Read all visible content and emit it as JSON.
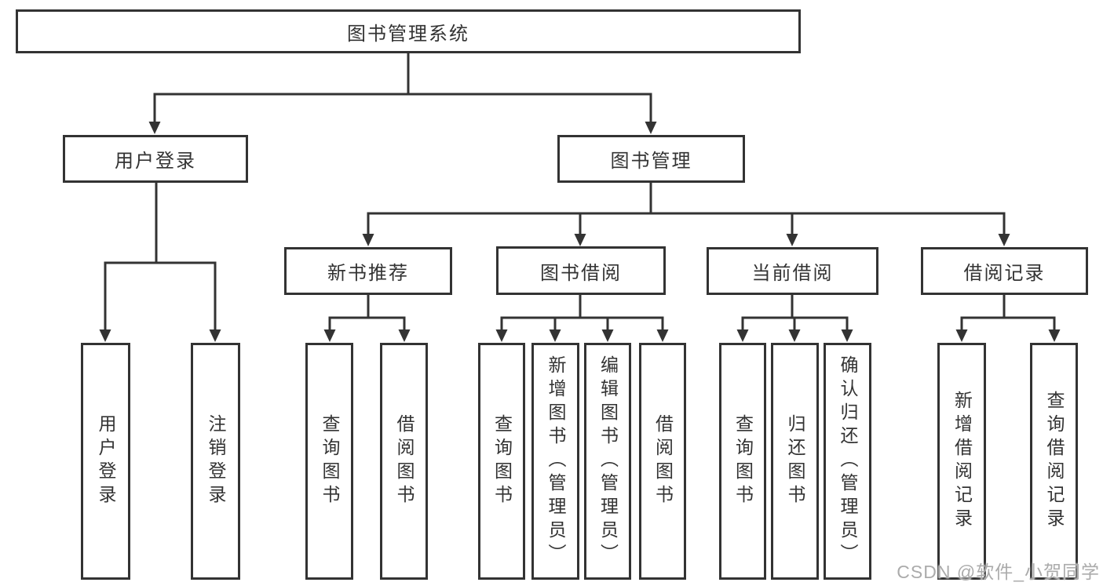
{
  "diagram": {
    "type": "hierarchy-tree",
    "title": "图书管理系统",
    "colors": {
      "line": "#333333",
      "box_border": "#333333",
      "box_bg": "#ffffff",
      "text": "#333333"
    },
    "root": {
      "id": "library-system",
      "label": "图书管理系统",
      "children": [
        {
          "id": "user-login",
          "label": "用户登录",
          "children": [
            {
              "id": "leaf-user-login",
              "label": "用户登录"
            },
            {
              "id": "leaf-logout-login",
              "label": "注销登录"
            }
          ]
        },
        {
          "id": "book-management",
          "label": "图书管理",
          "children": [
            {
              "id": "new-book-recommend",
              "label": "新书推荐",
              "children": [
                {
                  "id": "leaf-recommend-query-books",
                  "label": "查询图书"
                },
                {
                  "id": "leaf-recommend-borrow-books",
                  "label": "借阅图书"
                }
              ]
            },
            {
              "id": "book-borrow",
              "label": "图书借阅",
              "children": [
                {
                  "id": "leaf-borrow-query-books",
                  "label": "查询图书"
                },
                {
                  "id": "leaf-borrow-add-books-admin",
                  "label": "新增图书（管理员）"
                },
                {
                  "id": "leaf-borrow-edit-books-admin",
                  "label": "编辑图书（管理员）"
                },
                {
                  "id": "leaf-borrow-borrow-books",
                  "label": "借阅图书"
                }
              ]
            },
            {
              "id": "current-borrow",
              "label": "当前借阅",
              "children": [
                {
                  "id": "leaf-current-query-books",
                  "label": "查询图书"
                },
                {
                  "id": "leaf-current-return-books",
                  "label": "归还图书"
                },
                {
                  "id": "leaf-current-confirm-return-admin",
                  "label": "确认归还（管理员）"
                }
              ]
            },
            {
              "id": "borrow-records",
              "label": "借阅记录",
              "children": [
                {
                  "id": "leaf-records-add-borrow-record",
                  "label": "新增借阅记录"
                },
                {
                  "id": "leaf-records-query-borrow-record",
                  "label": "查询借阅记录"
                }
              ]
            }
          ]
        }
      ]
    }
  },
  "watermark": {
    "text": "CSDN @软件_小贺同学",
    "color": "#ababab"
  }
}
